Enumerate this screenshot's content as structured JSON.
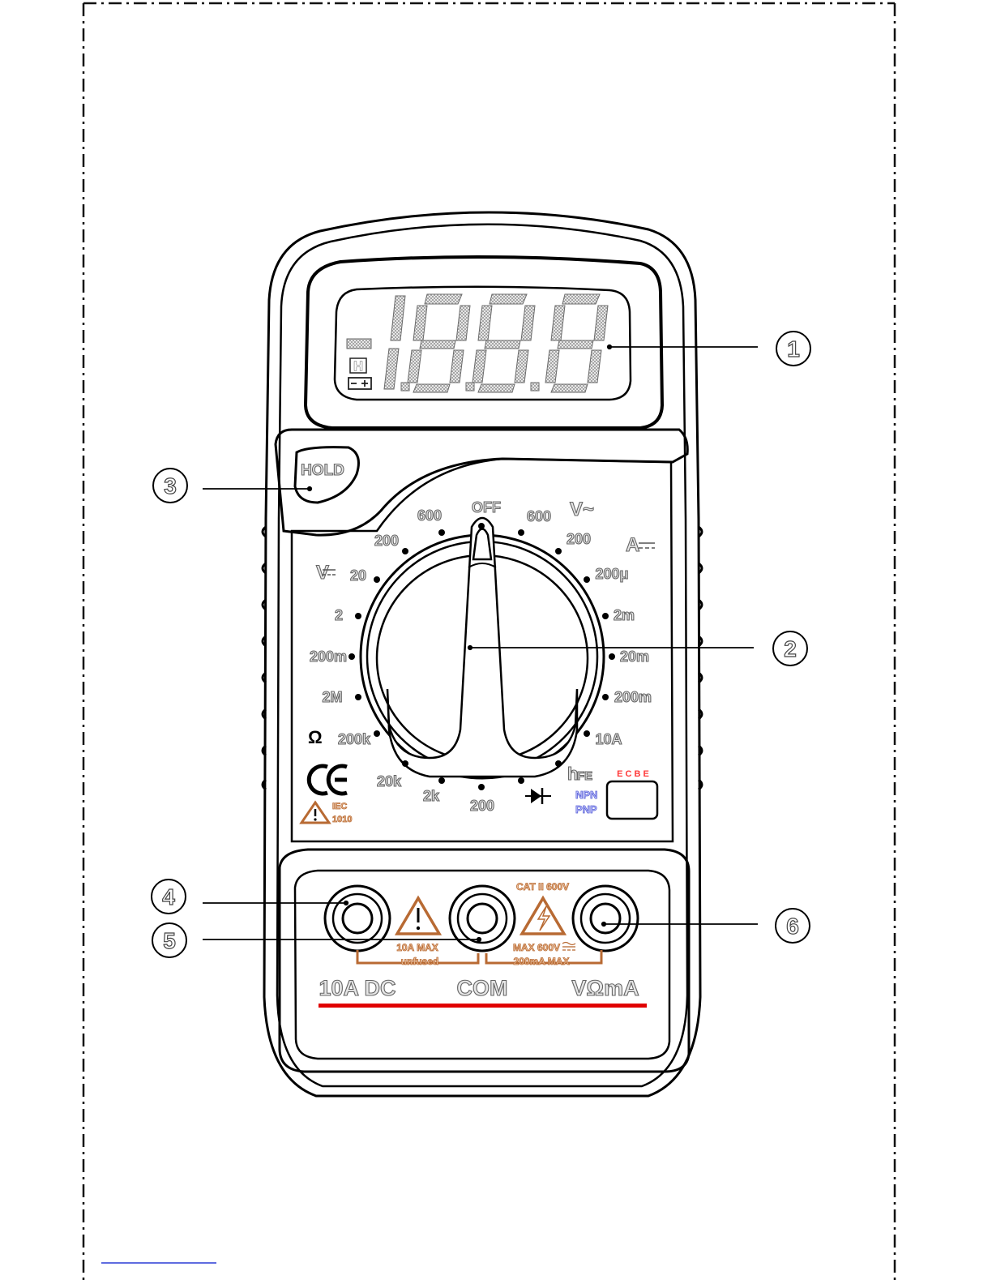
{
  "display": {
    "digits": "1.8.8.8",
    "minus_sign": "-",
    "hold_indicator": "H"
  },
  "hold_button": {
    "label": "HOLD"
  },
  "dial": {
    "off": "OFF",
    "dcv_symbol": "V",
    "acv_symbol": "V~",
    "dca_symbol": "A",
    "ohm_symbol": "Ω",
    "dcv_ranges": [
      "600",
      "200",
      "20",
      "2",
      "200m"
    ],
    "acv_ranges": [
      "600",
      "200"
    ],
    "dca_ranges": [
      "200μ",
      "2m",
      "20m",
      "200m",
      "10A"
    ],
    "ohm_ranges": [
      "2M",
      "200k",
      "20k",
      "2k",
      "200"
    ],
    "hfe_label_h": "h",
    "hfe_label_fe": "FE",
    "npn": "NPN",
    "pnp": "PNP",
    "socket_pins": "E C B E"
  },
  "markings": {
    "ce": "CE",
    "iec_line1": "IEC",
    "iec_line2": "1010",
    "cat_rating": "CAT II  600V",
    "a10_warning_line1": "10A MAX",
    "a10_warning_line2": "unfused",
    "vma_warning_line1": "MAX 600V",
    "vma_warning_line2": "200mA   MAX"
  },
  "jacks": {
    "a10": "10A DC",
    "com": "COM",
    "vohm": "VΩmA"
  },
  "callouts": [
    "1",
    "2",
    "3",
    "4",
    "5",
    "6"
  ],
  "colors": {
    "warning_orange": "#b86a33",
    "accent_red": "#e00000",
    "label_blue": "#5b62d6",
    "lcd_hatch": "#9a9a9a"
  }
}
